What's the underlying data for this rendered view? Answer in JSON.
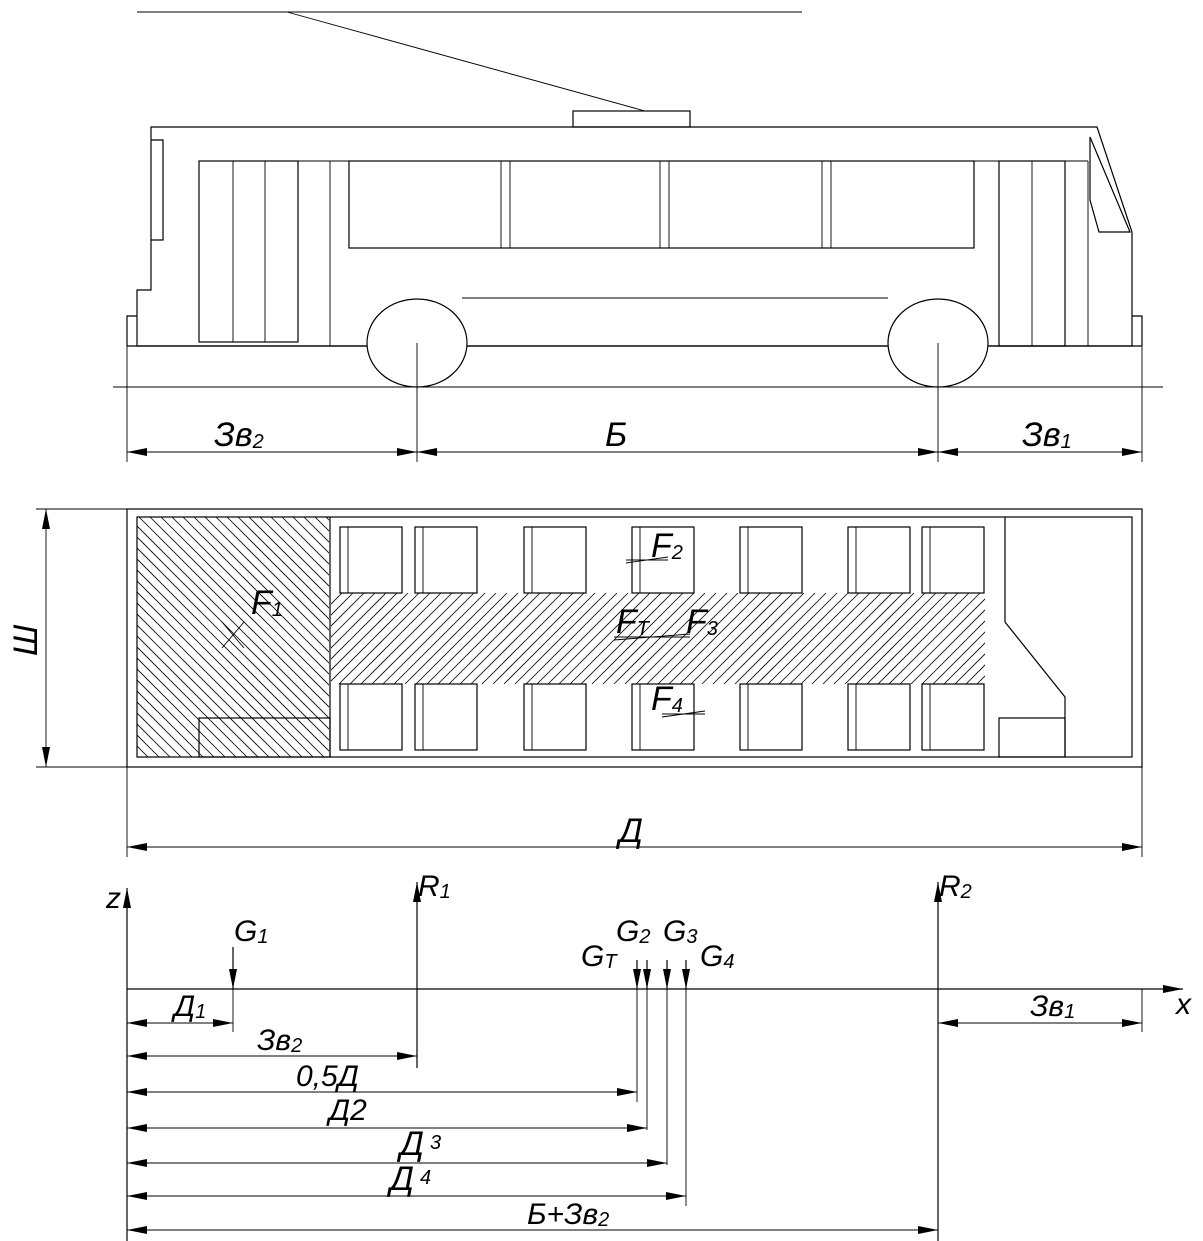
{
  "diagram": {
    "side_view": {
      "dim_overhang_rear": {
        "main": "Зв",
        "sub": "2"
      },
      "dim_wheelbase": "Б",
      "dim_overhang_front": {
        "main": "Зв",
        "sub": "1"
      }
    },
    "plan_view": {
      "width_label": "Ш",
      "length_label": "Д",
      "area_1": {
        "main": "F",
        "sub": "1"
      },
      "area_2": {
        "main": "F",
        "sub": "2"
      },
      "area_t": {
        "main": "F",
        "sub": "T"
      },
      "area_3": {
        "main": "F",
        "sub": "3"
      },
      "area_4": {
        "main": "F",
        "sub": "4"
      }
    },
    "force_scheme": {
      "axis_z": "z",
      "axis_x": "x",
      "reaction_1": {
        "main": "R",
        "sub": "1"
      },
      "reaction_2": {
        "main": "R",
        "sub": "2"
      },
      "load_1": {
        "main": "G",
        "sub": "1"
      },
      "load_2": {
        "main": "G",
        "sub": "2"
      },
      "load_3": {
        "main": "G",
        "sub": "3"
      },
      "load_4": {
        "main": "G",
        "sub": "4"
      },
      "load_t": {
        "main": "G",
        "sub": "T"
      },
      "dim_d1": {
        "main": "Д",
        "sub": "1"
      },
      "dim_zv2": {
        "main": "Зв",
        "sub": "2"
      },
      "dim_half_d": "0,5Д",
      "dim_d2": "Д2",
      "dim_d3": {
        "main": "Д",
        "sub": "3"
      },
      "dim_d4": {
        "main": "Д",
        "sub": "4"
      },
      "dim_b_zv2": {
        "main": "Б+Зв",
        "sub": "2"
      },
      "dim_zv1": {
        "main": "Зв",
        "sub": "1"
      }
    }
  }
}
